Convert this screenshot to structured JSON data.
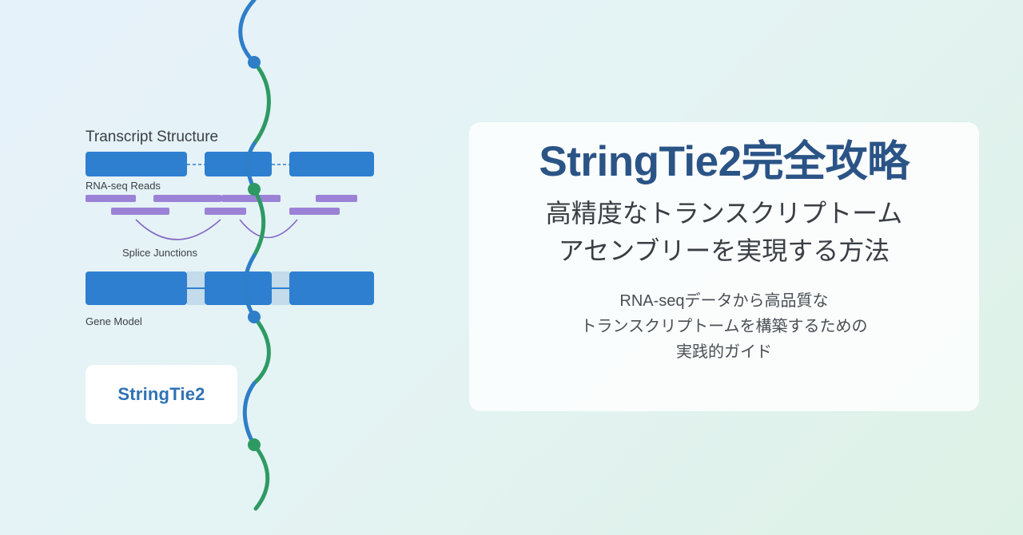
{
  "diagram": {
    "labels": {
      "transcript_structure": "Transcript Structure",
      "rna_seq_reads": "RNA-seq Reads",
      "splice_junctions": "Splice Junctions",
      "gene_model": "Gene Model"
    },
    "logo_text": "StringTie2",
    "colors": {
      "exon_blue": "#2e7fd0",
      "read_purple": "#9b82d6",
      "junction_line": "#8468c6",
      "dna_blue": "#2e7ec8",
      "dna_green": "#2e9a63",
      "intron_fill": "#c3dbea"
    }
  },
  "card": {
    "title": "StringTie2完全攻略",
    "subtitle_line1": "高精度なトランスクリプトーム",
    "subtitle_line2": "アセンブリーを実現する方法",
    "desc_line1": "RNA-seqデータから高品質な",
    "desc_line2": "トランスクリプトームを構築するための",
    "desc_line3": "実践的ガイド"
  }
}
